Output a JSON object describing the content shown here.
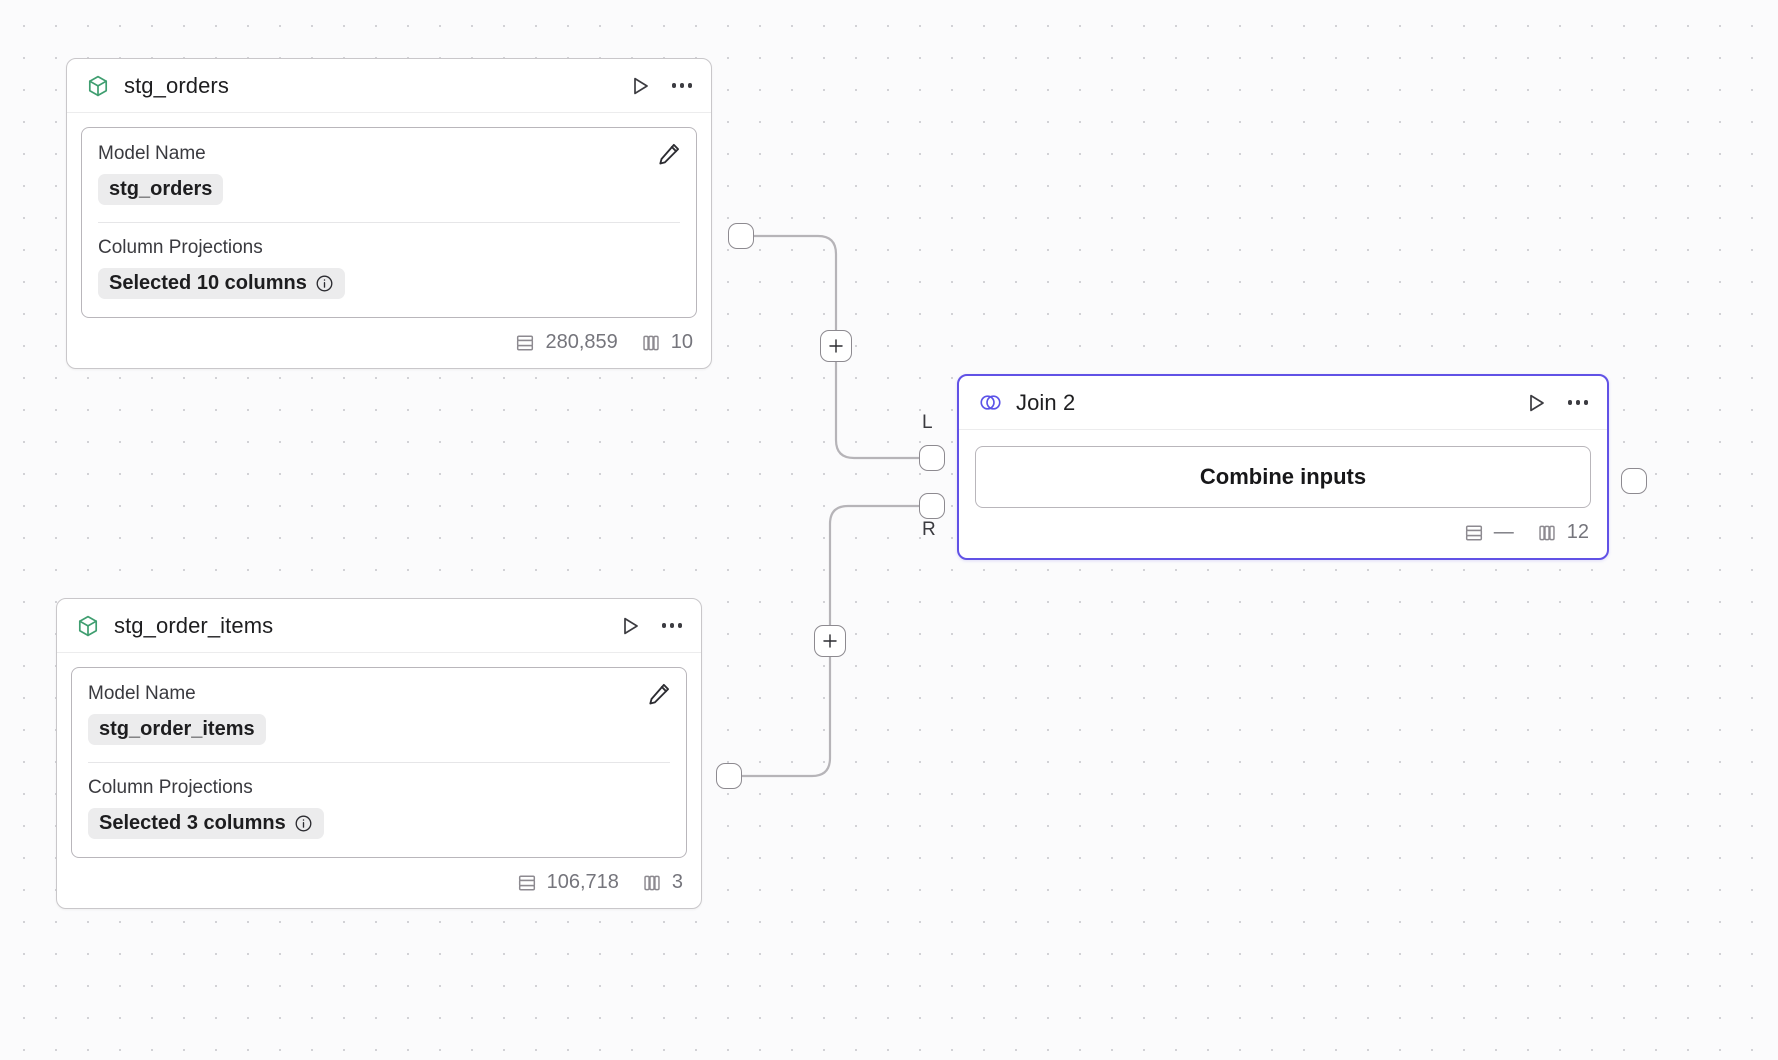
{
  "canvas": {
    "background_color": "#fbfbfc",
    "grid": "dot-grid",
    "grid_dot_color": "#d2d2d6",
    "grid_spacing": "32"
  },
  "theme": {
    "accent_selected": "#6152e6",
    "model_icon_color": "#3f9e70",
    "border_color": "#c9c7ca",
    "muted_text": "#75757c"
  },
  "nodes": [
    {
      "id": "stg_orders",
      "type": "model",
      "title": "stg_orders",
      "type_icon": "cube-icon",
      "run_icon": "play-icon",
      "menu_icon": "more-horizontal-icon",
      "edit_icon": "pencil-icon",
      "fields": {
        "model_name_label": "Model Name",
        "model_name_value": "stg_orders",
        "column_projections_label": "Column Projections",
        "column_projections_value": "Selected 10 columns",
        "info_icon": "info-circle-icon"
      },
      "footer": {
        "rows_icon": "rows-icon",
        "rows": "280,859",
        "columns_icon": "columns-icon",
        "columns": "10"
      },
      "selected": false
    },
    {
      "id": "stg_order_items",
      "type": "model",
      "title": "stg_order_items",
      "type_icon": "cube-icon",
      "run_icon": "play-icon",
      "menu_icon": "more-horizontal-icon",
      "edit_icon": "pencil-icon",
      "fields": {
        "model_name_label": "Model Name",
        "model_name_value": "stg_order_items",
        "column_projections_label": "Column Projections",
        "column_projections_value": "Selected 3 columns",
        "info_icon": "info-circle-icon"
      },
      "footer": {
        "rows_icon": "rows-icon",
        "rows": "106,718",
        "columns_icon": "columns-icon",
        "columns": "3"
      },
      "selected": false
    },
    {
      "id": "join_2",
      "type": "join",
      "title": "Join 2",
      "type_icon": "venn-join-icon",
      "run_icon": "play-icon",
      "menu_icon": "more-horizontal-icon",
      "action_button_label": "Combine inputs",
      "input_port_left_label": "L",
      "input_port_right_label": "R",
      "footer": {
        "rows_icon": "rows-icon",
        "rows": "—",
        "columns_icon": "columns-icon",
        "columns": "12"
      },
      "selected": true
    }
  ],
  "edge_controls": {
    "add_icon": "plus-icon",
    "add_upper_label": "+",
    "add_lower_label": "+"
  }
}
